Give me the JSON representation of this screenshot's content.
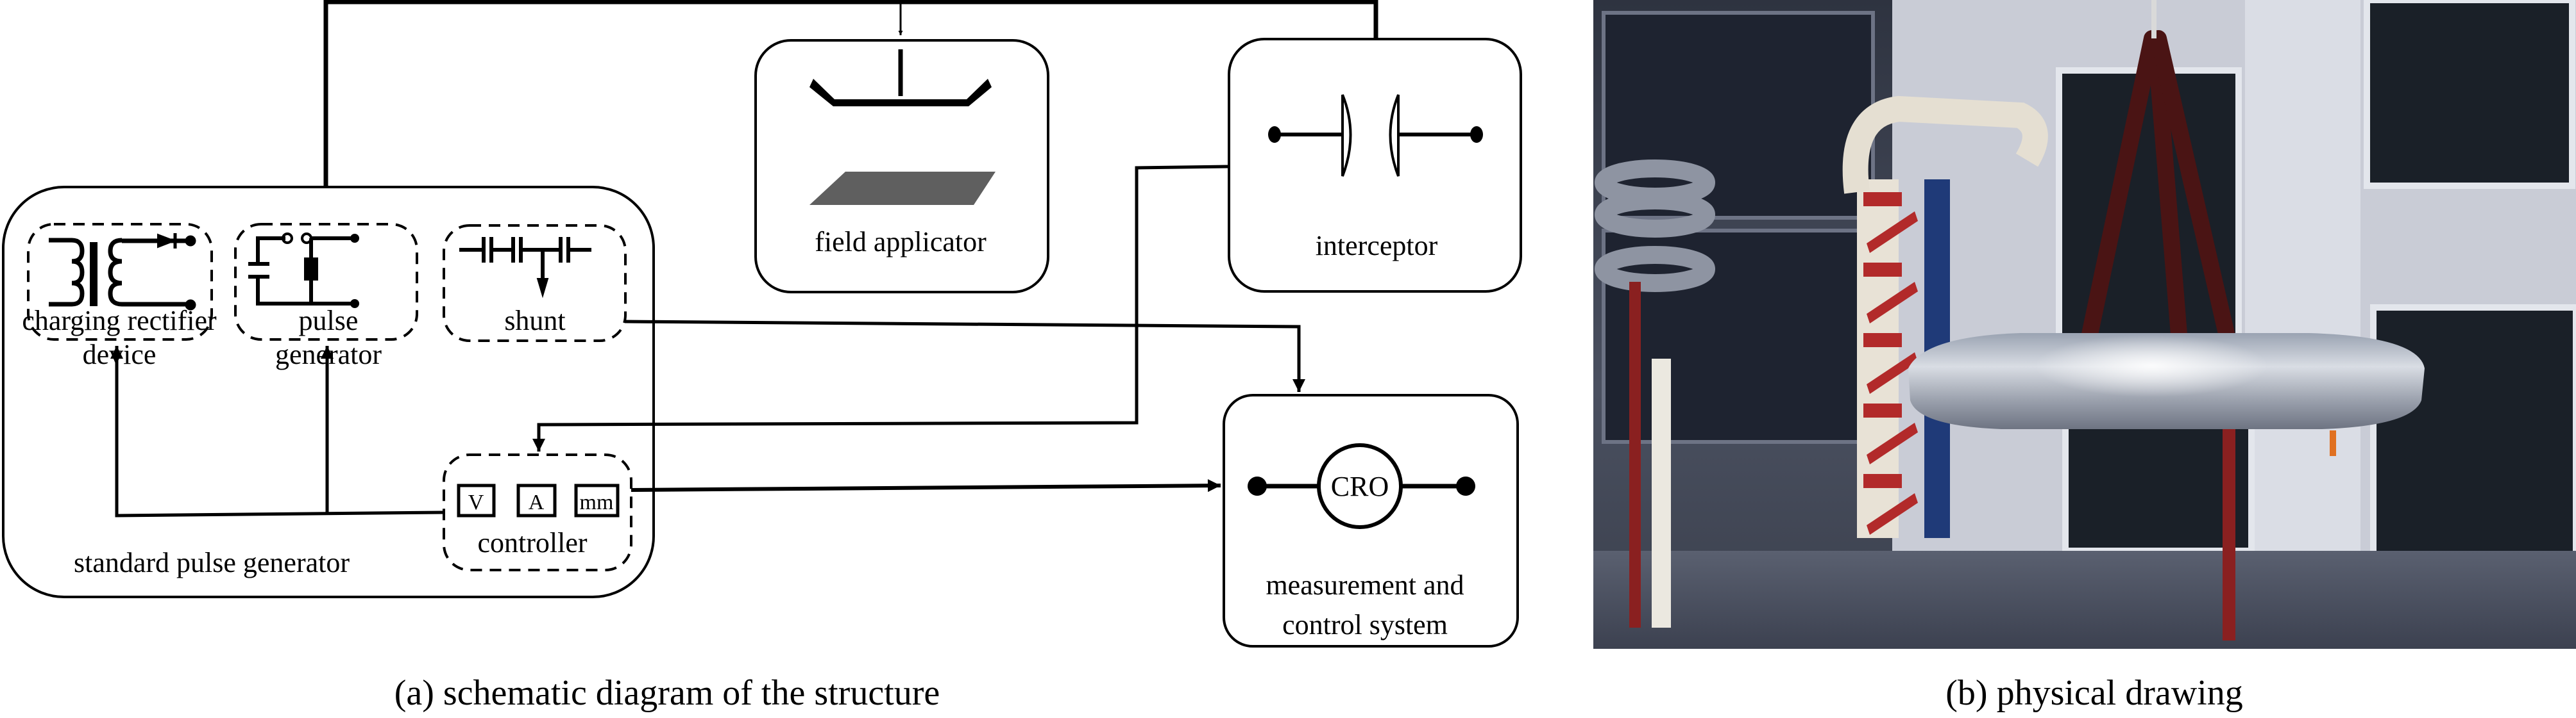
{
  "figure": {
    "panel_a": {
      "caption": "(a) schematic diagram of the structure",
      "standard_pulse_generator": {
        "label": "standard pulse generator",
        "charging_rectifier": {
          "label_line1": "charging rectifier",
          "label_line2": "device",
          "icon": "transformer-rectifier-icon"
        },
        "pulse_generator": {
          "label_line1": "pulse",
          "label_line2": "generator",
          "icon": "pulse-circuit-icon"
        },
        "shunt": {
          "label": "shunt",
          "icon": "capacitor-divider-icon"
        },
        "controller": {
          "label": "controller",
          "meters": [
            "V",
            "A",
            "mm"
          ]
        }
      },
      "field_applicator": {
        "label": "field applicator",
        "icon": "electrode-plate-icon"
      },
      "interceptor": {
        "label": "interceptor",
        "icon": "sphere-gap-icon"
      },
      "measurement": {
        "label_line1": "measurement and",
        "label_line2": "control system",
        "cro_label": "CRO"
      }
    },
    "panel_b": {
      "caption": "(b) physical drawing",
      "photo": "high-voltage-lab-photo"
    },
    "colors": {
      "line": "#000000",
      "plate": "#5f5f5f",
      "background": "#ffffff"
    }
  }
}
